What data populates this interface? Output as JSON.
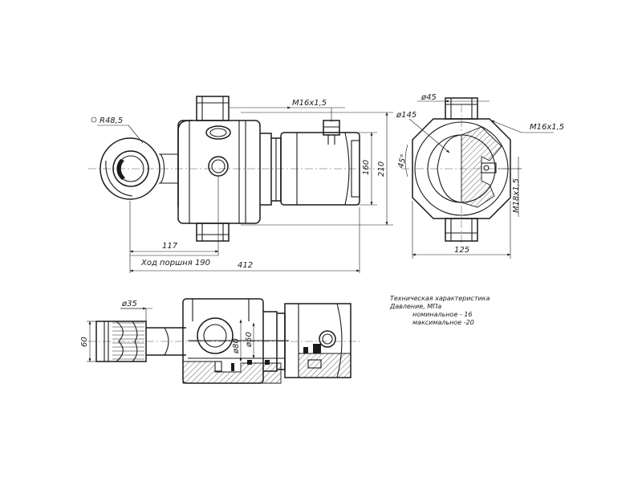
{
  "dimensions": {
    "r_eye": "R48,5",
    "thread_top": "M16x1,5",
    "d_rod": "160",
    "d_body": "210",
    "len_117": "117",
    "stroke": "Ход поршня 190",
    "len_total": "412",
    "d_45": "ø45",
    "d_145": "ø145",
    "thread_side": "M16x1,5",
    "angle": "45°",
    "thread_m18": "M18x1,5",
    "width_125": "125",
    "d_35": "ø35",
    "h_60": "60",
    "d_80": "ø80",
    "d_50": "ø50"
  },
  "notes": {
    "line1": "Техническая характеристика",
    "line2": "Давление, МПа",
    "line3": "номинальное - 16",
    "line4": "максимальное -20"
  }
}
